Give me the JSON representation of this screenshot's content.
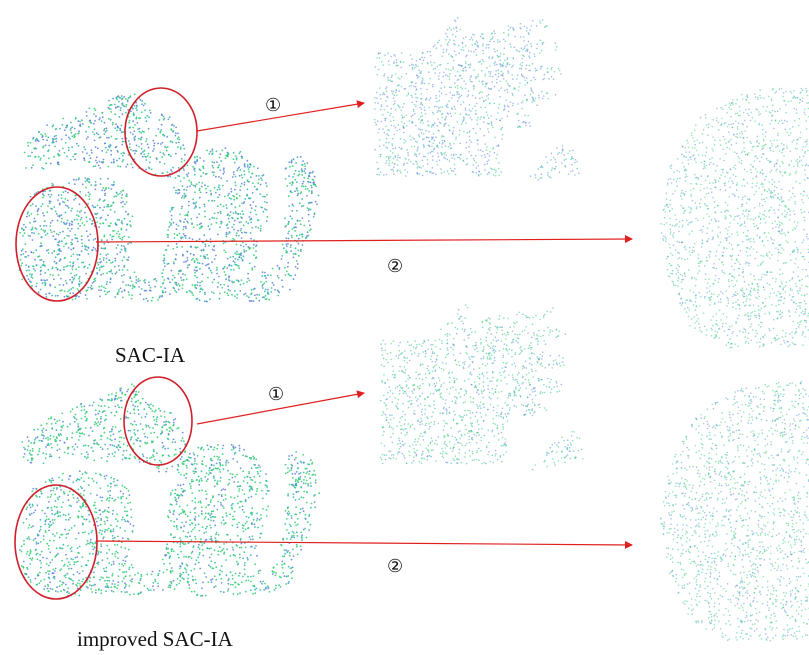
{
  "panels": [
    {
      "caption": "SAC-IA",
      "callout_1": "①",
      "callout_2": "②"
    },
    {
      "caption": "improved SAC-IA",
      "callout_1": "①",
      "callout_2": "②"
    }
  ],
  "colors": {
    "cloud_green": "#2ecc71",
    "cloud_teal": "#26b5a8",
    "cloud_blue": "#5b7fe0",
    "highlight_circle": "#d01f2a",
    "arrow": "#e02020"
  }
}
